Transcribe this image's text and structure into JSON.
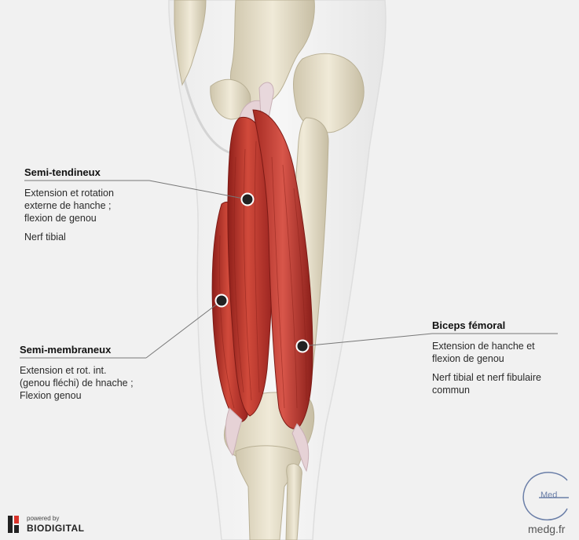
{
  "labels": {
    "semi_tendineux": {
      "title": "Semi-tendineux",
      "desc": "Extension et rotation\nexterne de hanche ;\nflexion de genou",
      "nerve": "Nerf tibial"
    },
    "semi_membraneux": {
      "title": "Semi-membraneux",
      "desc": "Extension et rot. int.\n(genou fléchi) de hnache ;\nFlexion genou"
    },
    "biceps_femoral": {
      "title": "Biceps fémoral",
      "desc": "Extension de hanche et\nflexion de genou",
      "nerve": "Nerf tibial et nerf fibulaire\ncommun"
    }
  },
  "branding": {
    "powered_by": "powered by",
    "biodigital": "BIODIGITAL",
    "medg_logo": "Med",
    "site": "medg.fr"
  },
  "colors": {
    "background": "#f1f1f1",
    "muscle": "#c0362c",
    "bone": "#e4dcc4",
    "leader_line": "#777777"
  }
}
